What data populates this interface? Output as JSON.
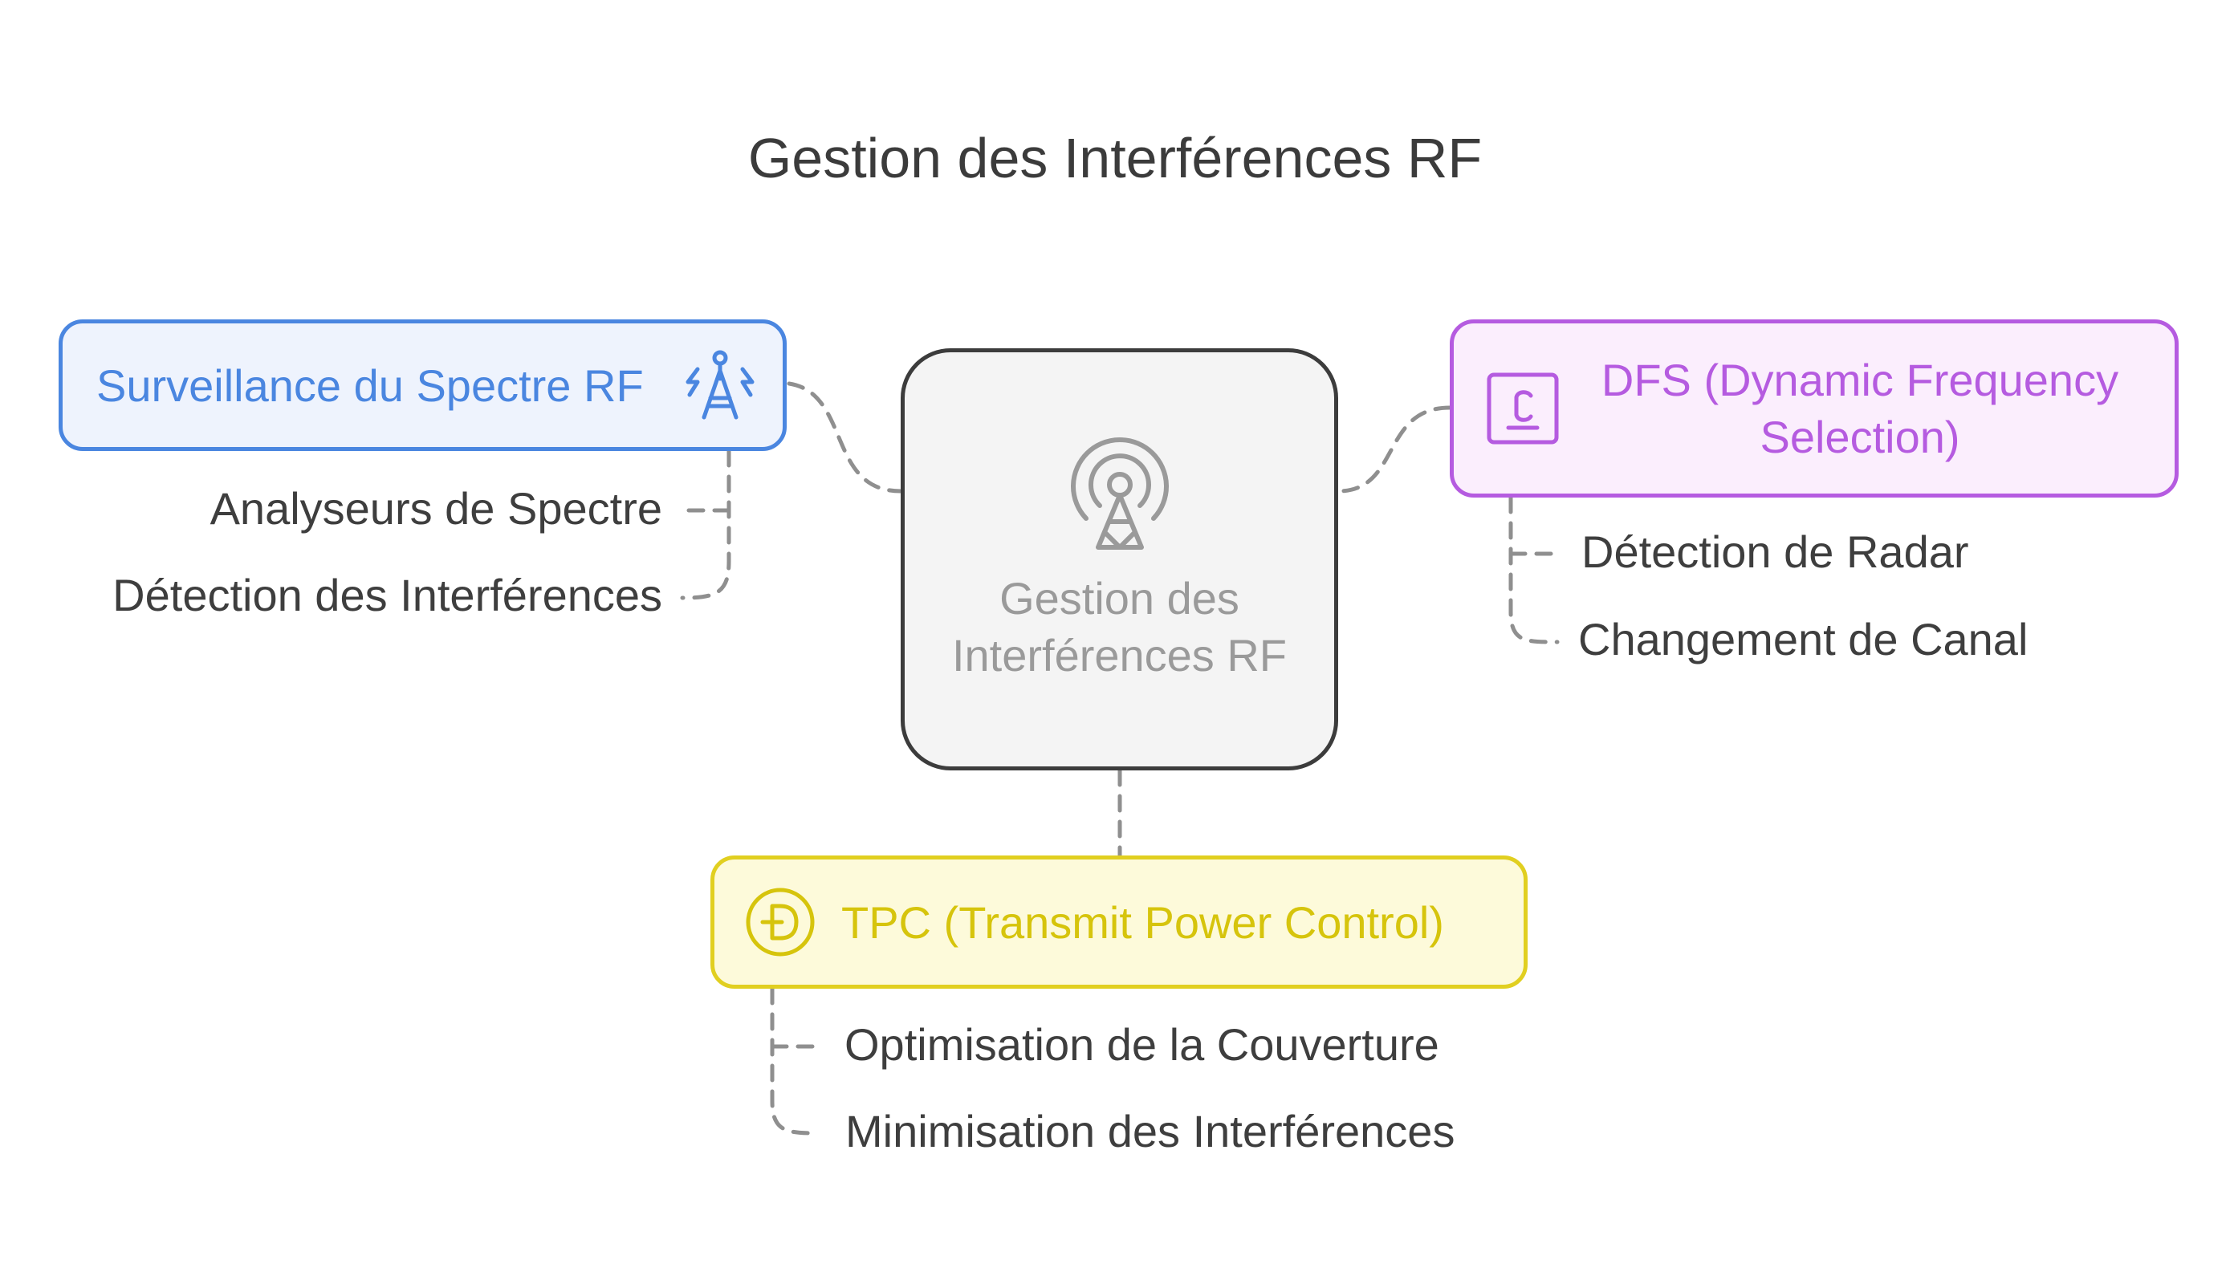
{
  "title": "Gestion des Interférences RF",
  "center": {
    "label": "Gestion des Interférences RF",
    "icon": "radio-tower-icon"
  },
  "nodes": {
    "spectrum": {
      "label": "Surveillance du Spectre RF",
      "icon": "antenna-tower-icon",
      "color": "#4a86e0",
      "children": [
        "Analyseurs de Spectre",
        "Détection des Interférences"
      ]
    },
    "dfs": {
      "label": "DFS (Dynamic Frequency Selection)",
      "icon": "frequency-chip-icon",
      "color": "#b55be0",
      "children": [
        "Détection de Radar",
        "Changement de Canal"
      ]
    },
    "tpc": {
      "label": "TPC (Transmit Power Control)",
      "icon": "power-control-icon",
      "color": "#d6c40c",
      "children": [
        "Optimisation de la Couverture",
        "Minimisation des Interférences"
      ]
    }
  }
}
